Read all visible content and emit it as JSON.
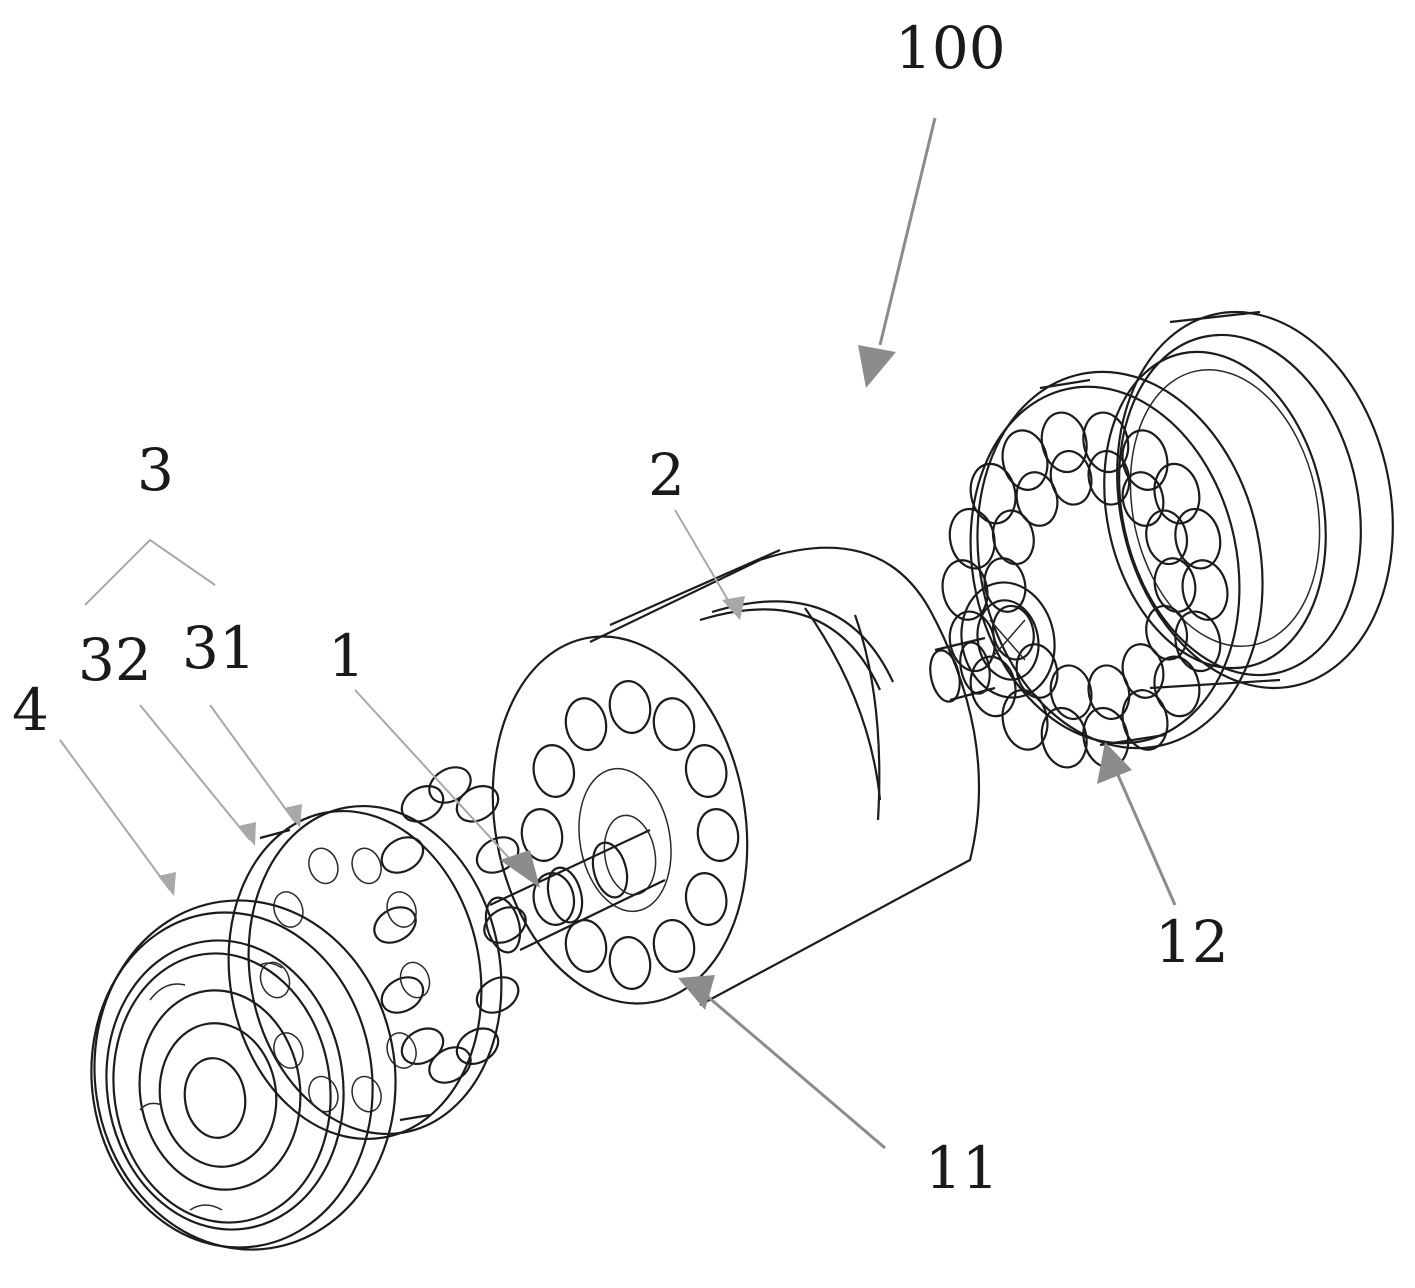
{
  "figure": {
    "labels": {
      "assembly": "100",
      "group3": "3",
      "part2": "2",
      "part32": "32",
      "part31": "31",
      "part1": "1",
      "part4": "4",
      "part12": "12",
      "part11": "11"
    },
    "colors": {
      "line": "#1c1c1c",
      "leader": "#8c8c8c",
      "background": "#ffffff"
    }
  }
}
